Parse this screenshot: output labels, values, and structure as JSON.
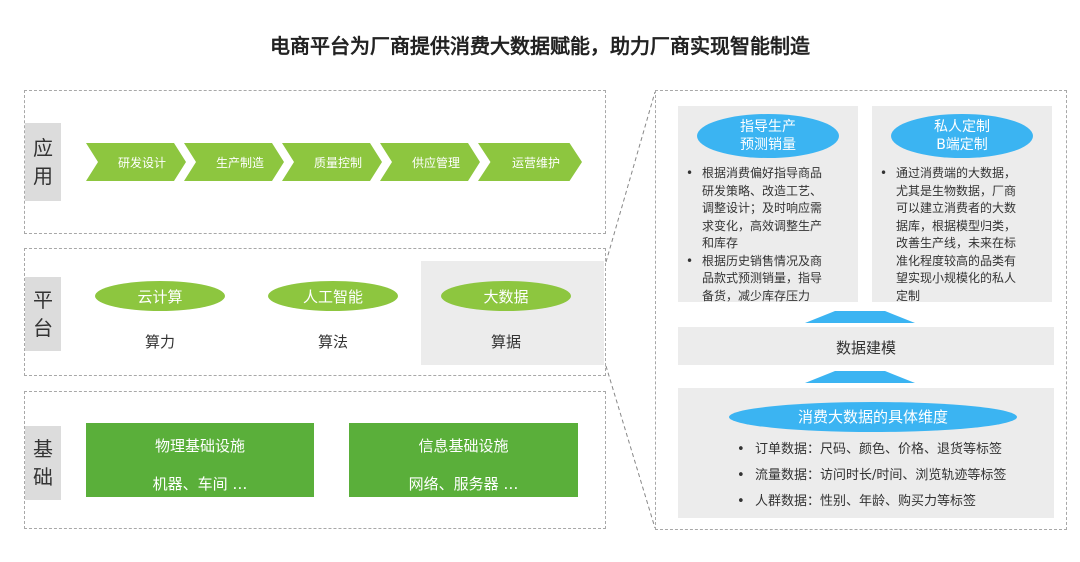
{
  "title": "电商平台为厂商提供消费大数据赋能，助力厂商实现智能制造",
  "layers": {
    "application": {
      "label_lines": [
        "应",
        "用"
      ],
      "steps": [
        "研发设计",
        "生产制造",
        "质量控制",
        "供应管理",
        "运营维护"
      ]
    },
    "platform": {
      "label_lines": [
        "平",
        "台"
      ],
      "items": [
        {
          "name": "云计算",
          "sub": "算力"
        },
        {
          "name": "人工智能",
          "sub": "算法"
        },
        {
          "name": "大数据",
          "sub": "算据"
        }
      ]
    },
    "foundation": {
      "label_lines": [
        "基",
        "础"
      ],
      "boxes": [
        {
          "name": "物理基础设施",
          "sub": "机器、车间 …"
        },
        {
          "name": "信息基础设施",
          "sub": "网络、服务器 …"
        }
      ]
    }
  },
  "detail": {
    "left_card": {
      "title_lines": [
        "指导生产",
        "预测销量"
      ],
      "bullets": [
        [
          "根据消费偏好指导商品",
          "研发策略、改造工艺、",
          "调整设计；及时响应需",
          "求变化，高效调整生产",
          "和库存"
        ],
        [
          "根据历史销售情况及商",
          "品款式预测销量，指导",
          "备货，减少库存压力"
        ]
      ]
    },
    "right_card": {
      "title_lines": [
        "私人定制",
        "B端定制"
      ],
      "bullets": [
        [
          "通过消费端的大数据，",
          "尤其是生物数据，厂商",
          "可以建立消费者的大数",
          "据库，根据模型归类，",
          "改善生产线，未来在标",
          "准化程度较高的品类有",
          "望实现小规模化的私人",
          "定制"
        ]
      ]
    },
    "modeling": "数据建模",
    "dimensions": {
      "title": "消费大数据的具体维度",
      "items": [
        "订单数据：尺码、颜色、价格、退货等标签",
        "流量数据：访问时长/时间、浏览轨迹等标签",
        "人群数据：性别、年龄、购买力等标签"
      ]
    }
  },
  "colors": {
    "green_chevron": "#8dc63f",
    "green_box": "#5aaf3a",
    "blue_pill": "#3bb4f2",
    "gray_panel": "#ececec",
    "side_label": "#dcdcdc"
  }
}
